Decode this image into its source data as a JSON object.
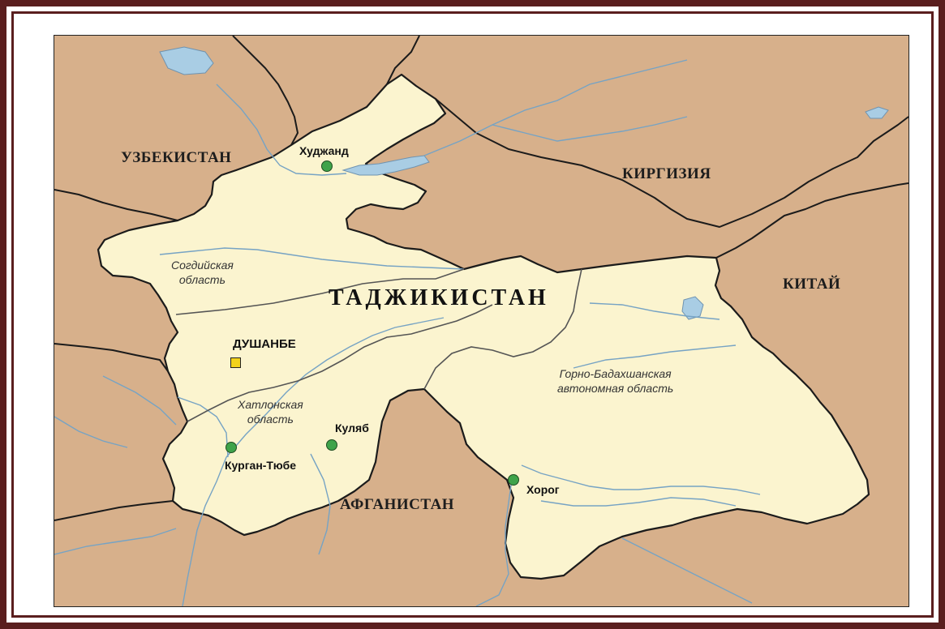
{
  "map": {
    "countries": {
      "uzbekistan": "УЗБЕКИСТАН",
      "kyrgyzstan": "КИРГИЗИЯ",
      "china": "КИТАЙ",
      "afghanistan": "АФГАНИСТАН",
      "tajikistan": "ТАДЖИКИСТАН"
    },
    "regions": {
      "sogd": [
        "Согдийская",
        "область"
      ],
      "khatlon": [
        "Хатлонская",
        "область"
      ],
      "gbao": [
        "Горно-Бадахшанская",
        "автономная область"
      ]
    },
    "capital": "ДУШАНБЕ",
    "cities": {
      "khujand": "Худжанд",
      "kulyab": "Куляб",
      "kurgan_tyube": "Курган-Тюбе",
      "khorog": "Хорог"
    },
    "colors": {
      "land_neighbors": "#d7b08b",
      "land_tajikistan": "#fbf4cf",
      "water": "#a9cde4",
      "border": "#1b1b1b",
      "city_marker": "#3fa34a",
      "capital_marker": "#f2d21a",
      "frame": "#5a1e1e"
    },
    "legend_symbols": {
      "capital": "yellow-square",
      "city": "green-circle"
    }
  }
}
